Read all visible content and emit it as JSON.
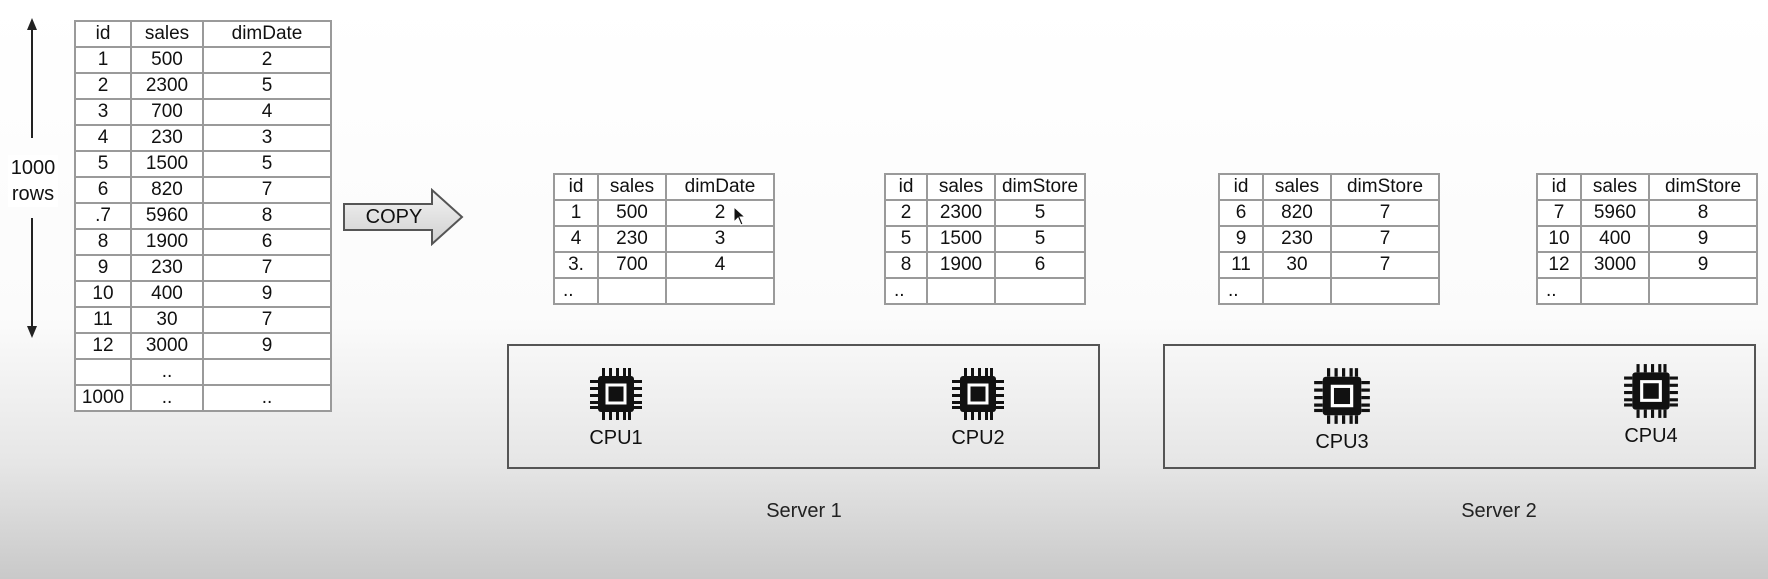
{
  "source_table": {
    "headers": [
      "id",
      "sales",
      "dimDate"
    ],
    "rows": [
      [
        "1",
        "500",
        "2"
      ],
      [
        "2",
        "2300",
        "5"
      ],
      [
        "3",
        "700",
        "4"
      ],
      [
        "4",
        "230",
        "3"
      ],
      [
        "5",
        "1500",
        "5"
      ],
      [
        "6",
        "820",
        "7"
      ],
      [
        ".7",
        "5960",
        "8"
      ],
      [
        "8",
        "1900",
        "6"
      ],
      [
        "9",
        "230",
        "7"
      ],
      [
        "10",
        "400",
        "9"
      ],
      [
        "11",
        "30",
        "7"
      ],
      [
        "12",
        "3000",
        "9"
      ],
      [
        "",
        "..",
        ""
      ],
      [
        "1000",
        "..",
        ".."
      ]
    ]
  },
  "rows_label": "1000 rows",
  "copy_label": "COPY",
  "partitions": [
    {
      "headers": [
        "id",
        "sales",
        "dimDate"
      ],
      "rows": [
        [
          "1",
          "500",
          "2"
        ],
        [
          "4",
          "230",
          "3"
        ],
        [
          "3.",
          "700",
          "4"
        ],
        [
          "..",
          "",
          ""
        ]
      ]
    },
    {
      "headers": [
        "id",
        "sales",
        "dimStore"
      ],
      "rows": [
        [
          "2",
          "2300",
          "5"
        ],
        [
          "5",
          "1500",
          "5"
        ],
        [
          "8",
          "1900",
          "6"
        ],
        [
          "..",
          "",
          ""
        ]
      ]
    },
    {
      "headers": [
        "id",
        "sales",
        "dimStore"
      ],
      "rows": [
        [
          "6",
          "820",
          "7"
        ],
        [
          "9",
          "230",
          "7"
        ],
        [
          "11",
          "30",
          "7"
        ],
        [
          "..",
          "",
          ""
        ]
      ]
    },
    {
      "headers": [
        "id",
        "sales",
        "dimStore"
      ],
      "rows": [
        [
          "7",
          "5960",
          "8"
        ],
        [
          "10",
          "400",
          "9"
        ],
        [
          "12",
          "3000",
          "9"
        ],
        [
          "..",
          "",
          ""
        ]
      ]
    }
  ],
  "cpus": [
    "CPU1",
    "CPU2",
    "CPU3",
    "CPU4"
  ],
  "servers": [
    "Server 1",
    "Server 2"
  ],
  "icons": {
    "cpu": "cpu-chip-icon",
    "cursor": "mouse-pointer-icon"
  },
  "colors": {
    "border": "#9a9a9a",
    "server_border": "#555555",
    "chip": "#111111"
  }
}
